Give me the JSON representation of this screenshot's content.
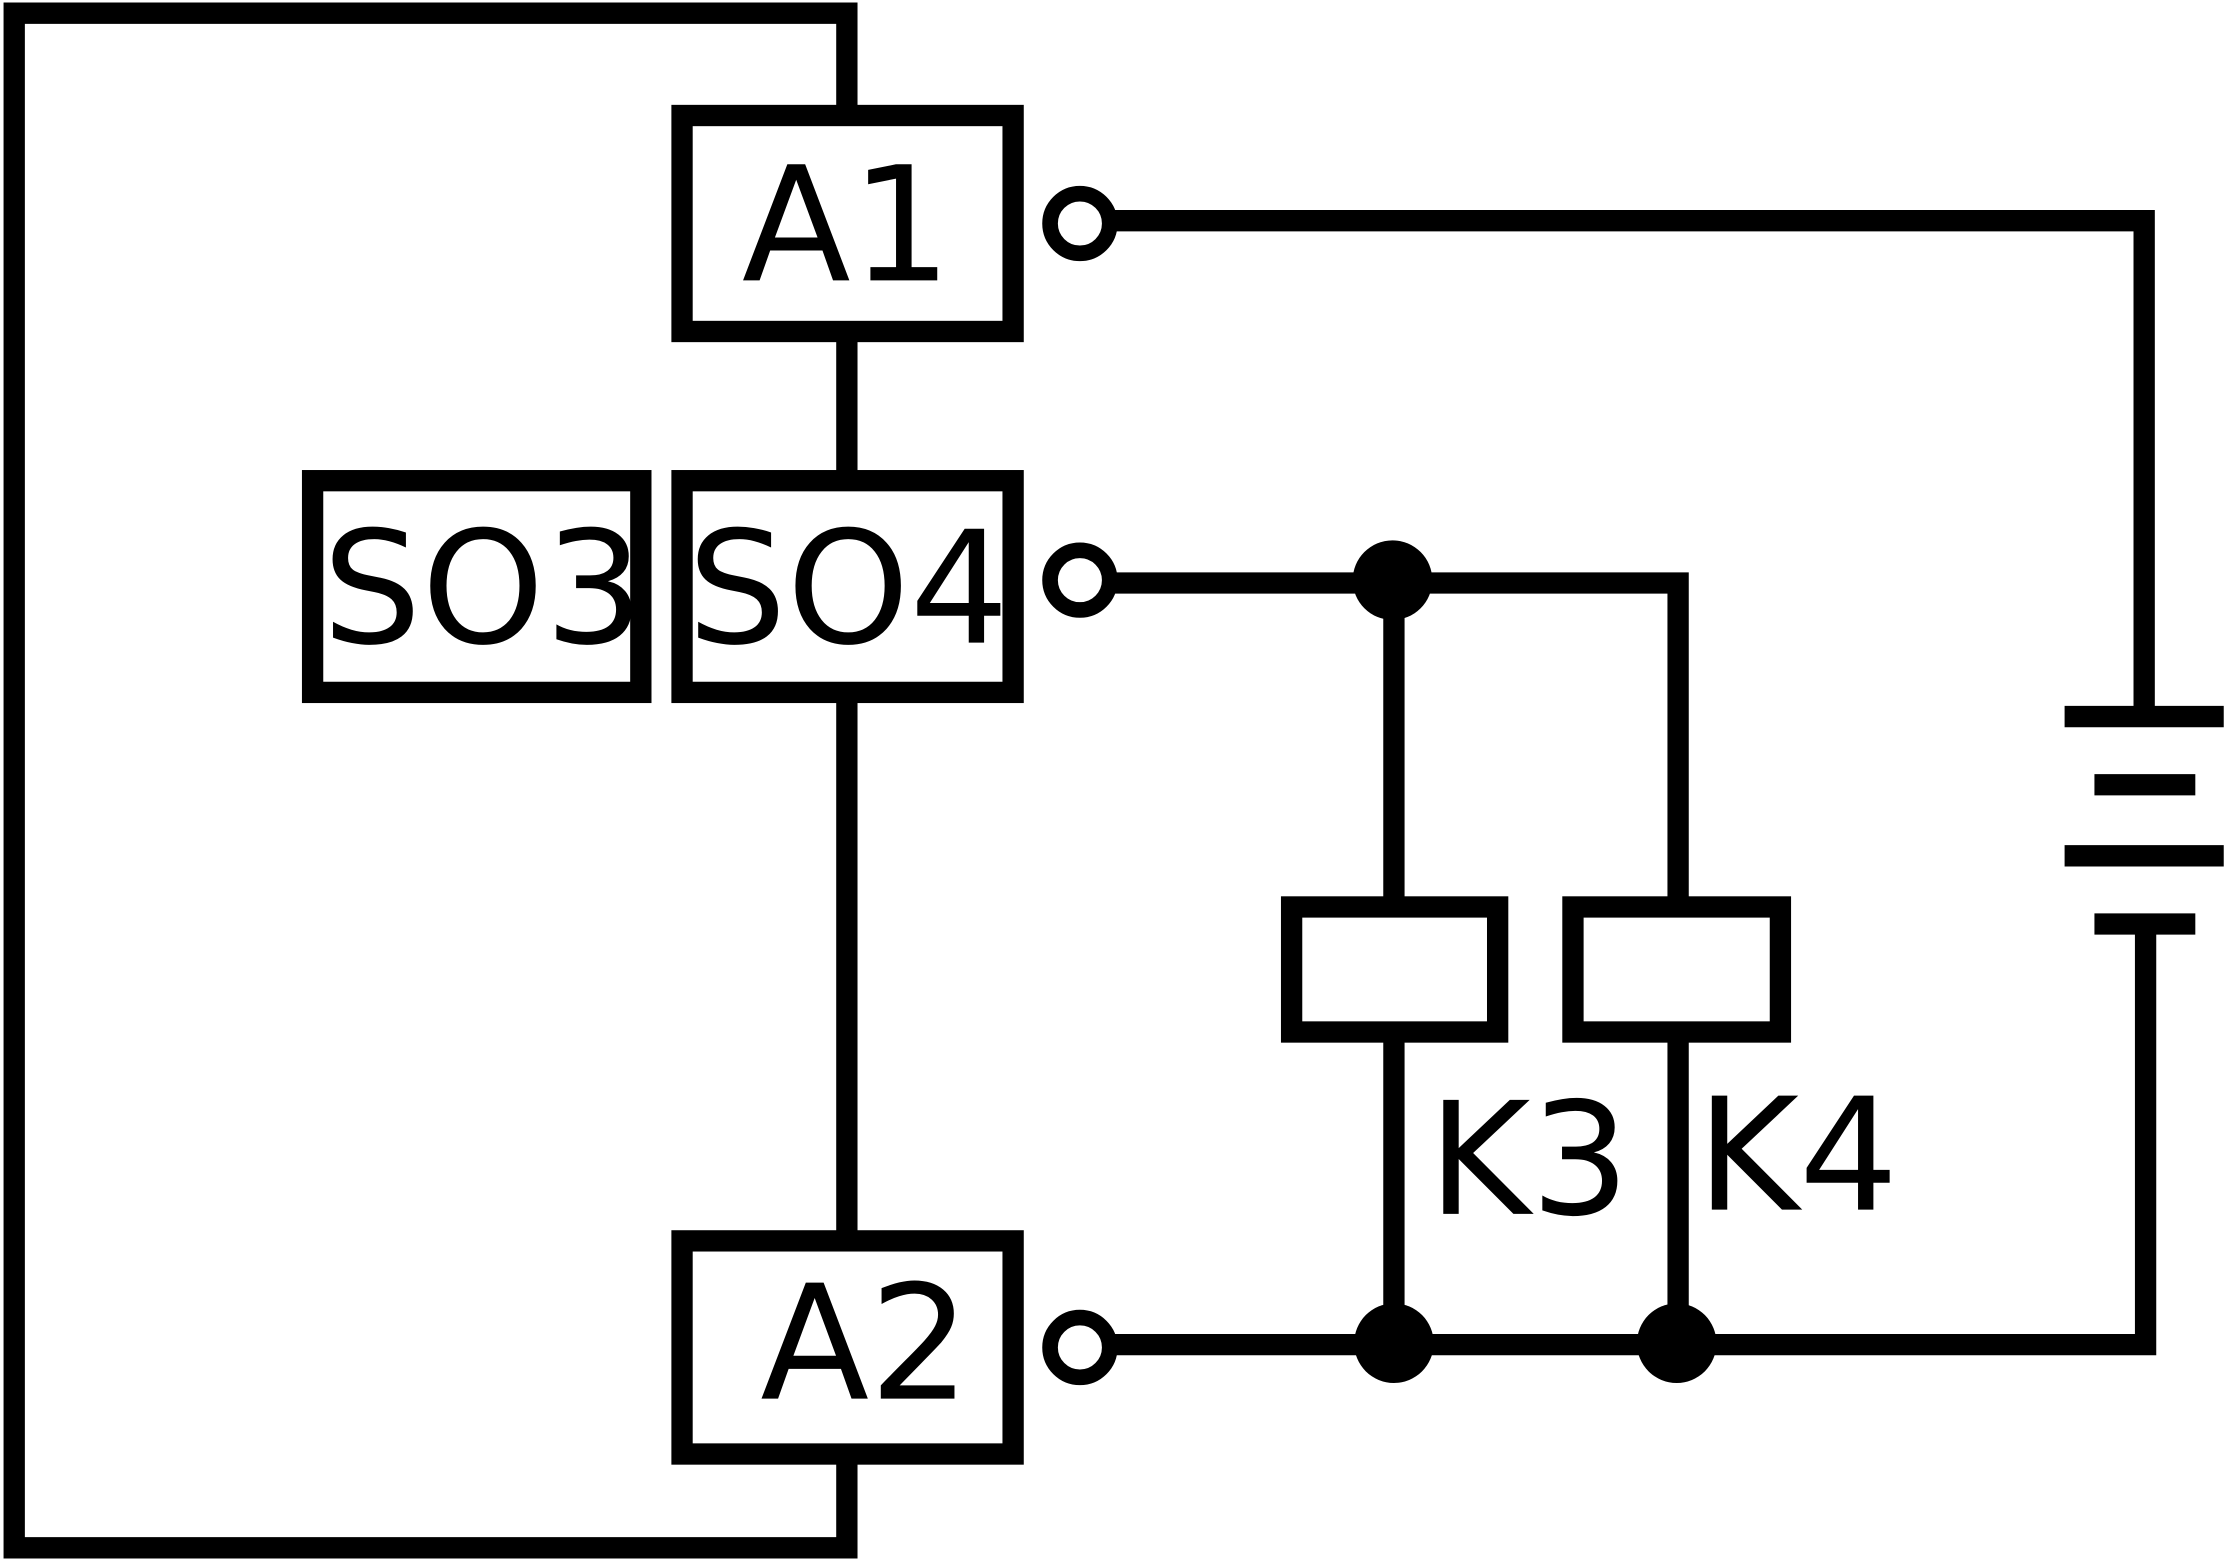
{
  "diagram": {
    "stroke_color": "#000000",
    "background": "#ffffff",
    "labels": {
      "a1": "A1",
      "a2": "A2",
      "s03": "SO3",
      "s04": "SO4",
      "k3": "K3",
      "k4": "K4"
    },
    "components": {
      "relay_coil_k3": "relay-coil",
      "relay_coil_k4": "relay-coil",
      "battery": "dc-source",
      "terminals": [
        "open-terminal",
        "open-terminal",
        "open-terminal"
      ],
      "junctions": [
        "junction-dot",
        "junction-dot",
        "junction-dot"
      ]
    }
  }
}
